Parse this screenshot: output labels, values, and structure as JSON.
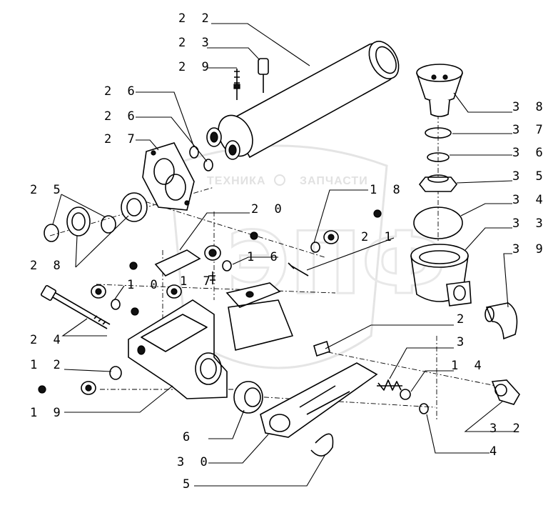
{
  "watermark": {
    "left_text": "ТЕХНИКА",
    "right_text": "ЗАПЧАСТИ",
    "logo_text": "ЭПФ"
  },
  "callouts": [
    {
      "id": "22",
      "label": "2 2"
    },
    {
      "id": "23",
      "label": "2 3"
    },
    {
      "id": "29",
      "label": "2 9"
    },
    {
      "id": "26a",
      "label": "2 6"
    },
    {
      "id": "26b",
      "label": "2 6"
    },
    {
      "id": "27",
      "label": "2 7"
    },
    {
      "id": "25",
      "label": "2 5"
    },
    {
      "id": "28",
      "label": "2 8"
    },
    {
      "id": "18",
      "label": "1 8"
    },
    {
      "id": "20",
      "label": "2 0"
    },
    {
      "id": "21",
      "label": "2 1"
    },
    {
      "id": "16",
      "label": "1 6"
    },
    {
      "id": "17",
      "label": "1 7"
    },
    {
      "id": "10",
      "label": "1 0"
    },
    {
      "id": "24",
      "label": "2 4"
    },
    {
      "id": "12",
      "label": "1 2"
    },
    {
      "id": "19",
      "label": "1 9"
    },
    {
      "id": "6",
      "label": "6"
    },
    {
      "id": "30",
      "label": "3 0"
    },
    {
      "id": "5",
      "label": "5"
    },
    {
      "id": "2",
      "label": "2"
    },
    {
      "id": "3",
      "label": "3"
    },
    {
      "id": "14",
      "label": "1 4"
    },
    {
      "id": "4",
      "label": "4"
    },
    {
      "id": "32",
      "label": "3 2"
    },
    {
      "id": "38",
      "label": "3 8"
    },
    {
      "id": "37",
      "label": "3 7"
    },
    {
      "id": "36",
      "label": "3 6"
    },
    {
      "id": "35",
      "label": "3 5"
    },
    {
      "id": "34",
      "label": "3 4"
    },
    {
      "id": "33",
      "label": "3 3"
    },
    {
      "id": "39",
      "label": "3 9"
    }
  ]
}
